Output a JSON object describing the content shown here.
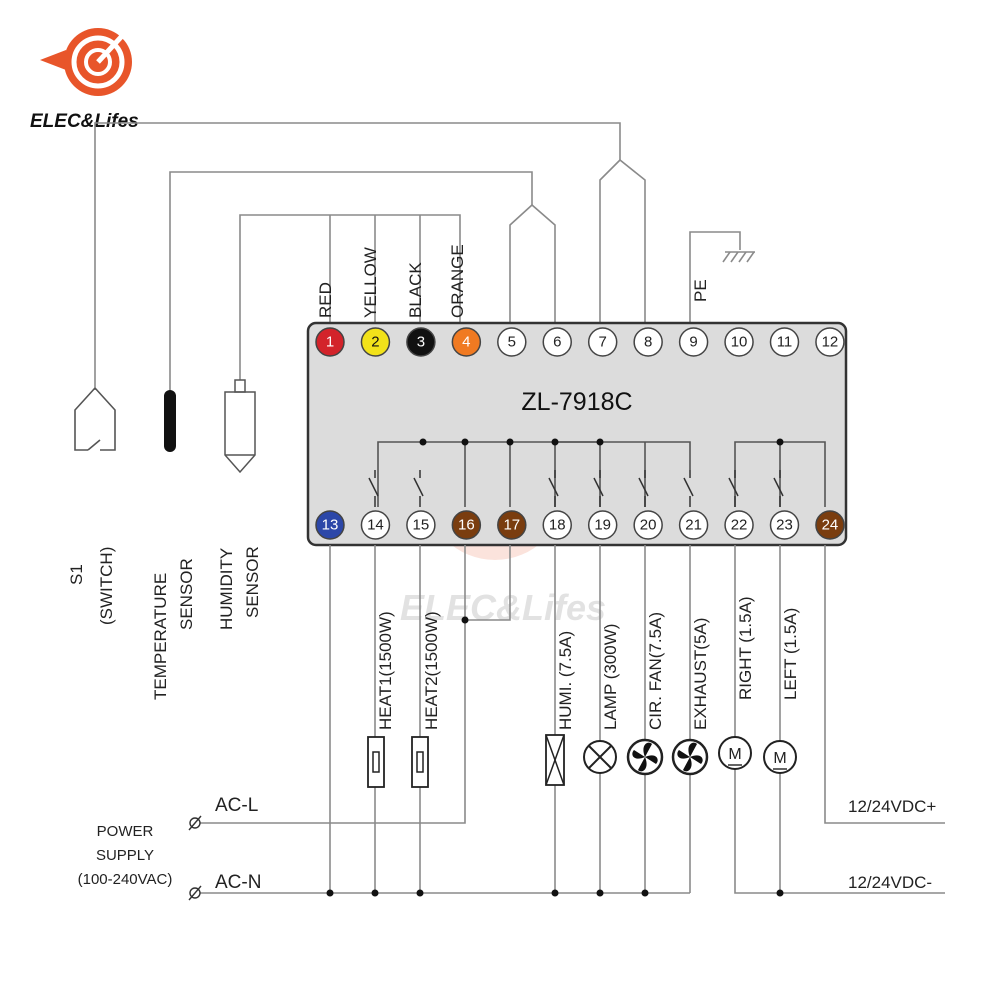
{
  "brand": {
    "name": "ELEC&Lifes",
    "accent": "#e8552a",
    "watermark": "ELEC&Lifes"
  },
  "controller": {
    "model": "ZL-7918C",
    "fill": "#dcdcdc"
  },
  "terminals_top": [
    {
      "num": "1",
      "color": "#d3232a",
      "text_color": "#ffffff"
    },
    {
      "num": "2",
      "color": "#f2e21a",
      "text_color": "#111111"
    },
    {
      "num": "3",
      "color": "#111111",
      "text_color": "#ffffff"
    },
    {
      "num": "4",
      "color": "#f07a22",
      "text_color": "#ffffff"
    },
    {
      "num": "5",
      "color": "#ffffff",
      "text_color": "#222222"
    },
    {
      "num": "6",
      "color": "#ffffff",
      "text_color": "#222222"
    },
    {
      "num": "7",
      "color": "#ffffff",
      "text_color": "#222222"
    },
    {
      "num": "8",
      "color": "#ffffff",
      "text_color": "#222222"
    },
    {
      "num": "9",
      "color": "#ffffff",
      "text_color": "#222222"
    },
    {
      "num": "10",
      "color": "#ffffff",
      "text_color": "#222222"
    },
    {
      "num": "11",
      "color": "#ffffff",
      "text_color": "#222222"
    },
    {
      "num": "12",
      "color": "#ffffff",
      "text_color": "#222222"
    }
  ],
  "terminals_bottom": [
    {
      "num": "13",
      "color": "#2c47a8",
      "text_color": "#ffffff"
    },
    {
      "num": "14",
      "color": "#ffffff",
      "text_color": "#222222"
    },
    {
      "num": "15",
      "color": "#ffffff",
      "text_color": "#222222"
    },
    {
      "num": "16",
      "color": "#7a3d0f",
      "text_color": "#ffffff"
    },
    {
      "num": "17",
      "color": "#7a3d0f",
      "text_color": "#ffffff"
    },
    {
      "num": "18",
      "color": "#ffffff",
      "text_color": "#222222"
    },
    {
      "num": "19",
      "color": "#ffffff",
      "text_color": "#222222"
    },
    {
      "num": "20",
      "color": "#ffffff",
      "text_color": "#222222"
    },
    {
      "num": "21",
      "color": "#ffffff",
      "text_color": "#222222"
    },
    {
      "num": "22",
      "color": "#ffffff",
      "text_color": "#222222"
    },
    {
      "num": "23",
      "color": "#ffffff",
      "text_color": "#222222"
    },
    {
      "num": "24",
      "color": "#7a3d0f",
      "text_color": "#ffffff"
    }
  ],
  "wire_colors": [
    "RED",
    "YELLOW",
    "BLACK",
    "ORANGE"
  ],
  "pe_label": "PE",
  "sensors": {
    "switch_line1": "S1",
    "switch_line2": "(SWITCH)",
    "temp_line1": "TEMPERATURE",
    "temp_line2": "SENSOR",
    "humid_line1": "HUMIDITY",
    "humid_line2": "SENSOR"
  },
  "loads": [
    {
      "label": "HEAT1(1500W)",
      "icon": "heater-icon"
    },
    {
      "label": "HEAT2(1500W)",
      "icon": "heater-icon"
    },
    {
      "label": "HUMI. (7.5A)",
      "icon": "humidifier-icon"
    },
    {
      "label": "LAMP (300W)",
      "icon": "lamp-icon"
    },
    {
      "label": "CIR. FAN(7.5A)",
      "icon": "fan-icon"
    },
    {
      "label": "EXHAUST(5A)",
      "icon": "fan-icon"
    },
    {
      "label": "RIGHT (1.5A)",
      "icon": "motor-icon"
    },
    {
      "label": "LEFT (1.5A)",
      "icon": "motor-icon"
    }
  ],
  "power": {
    "title_line1": "POWER",
    "title_line2": "SUPPLY",
    "title_line3": "(100-240VAC)",
    "ac_l": "AC-L",
    "ac_n": "AC-N",
    "dc_plus": "12/24VDC+",
    "dc_minus": "12/24VDC-"
  }
}
